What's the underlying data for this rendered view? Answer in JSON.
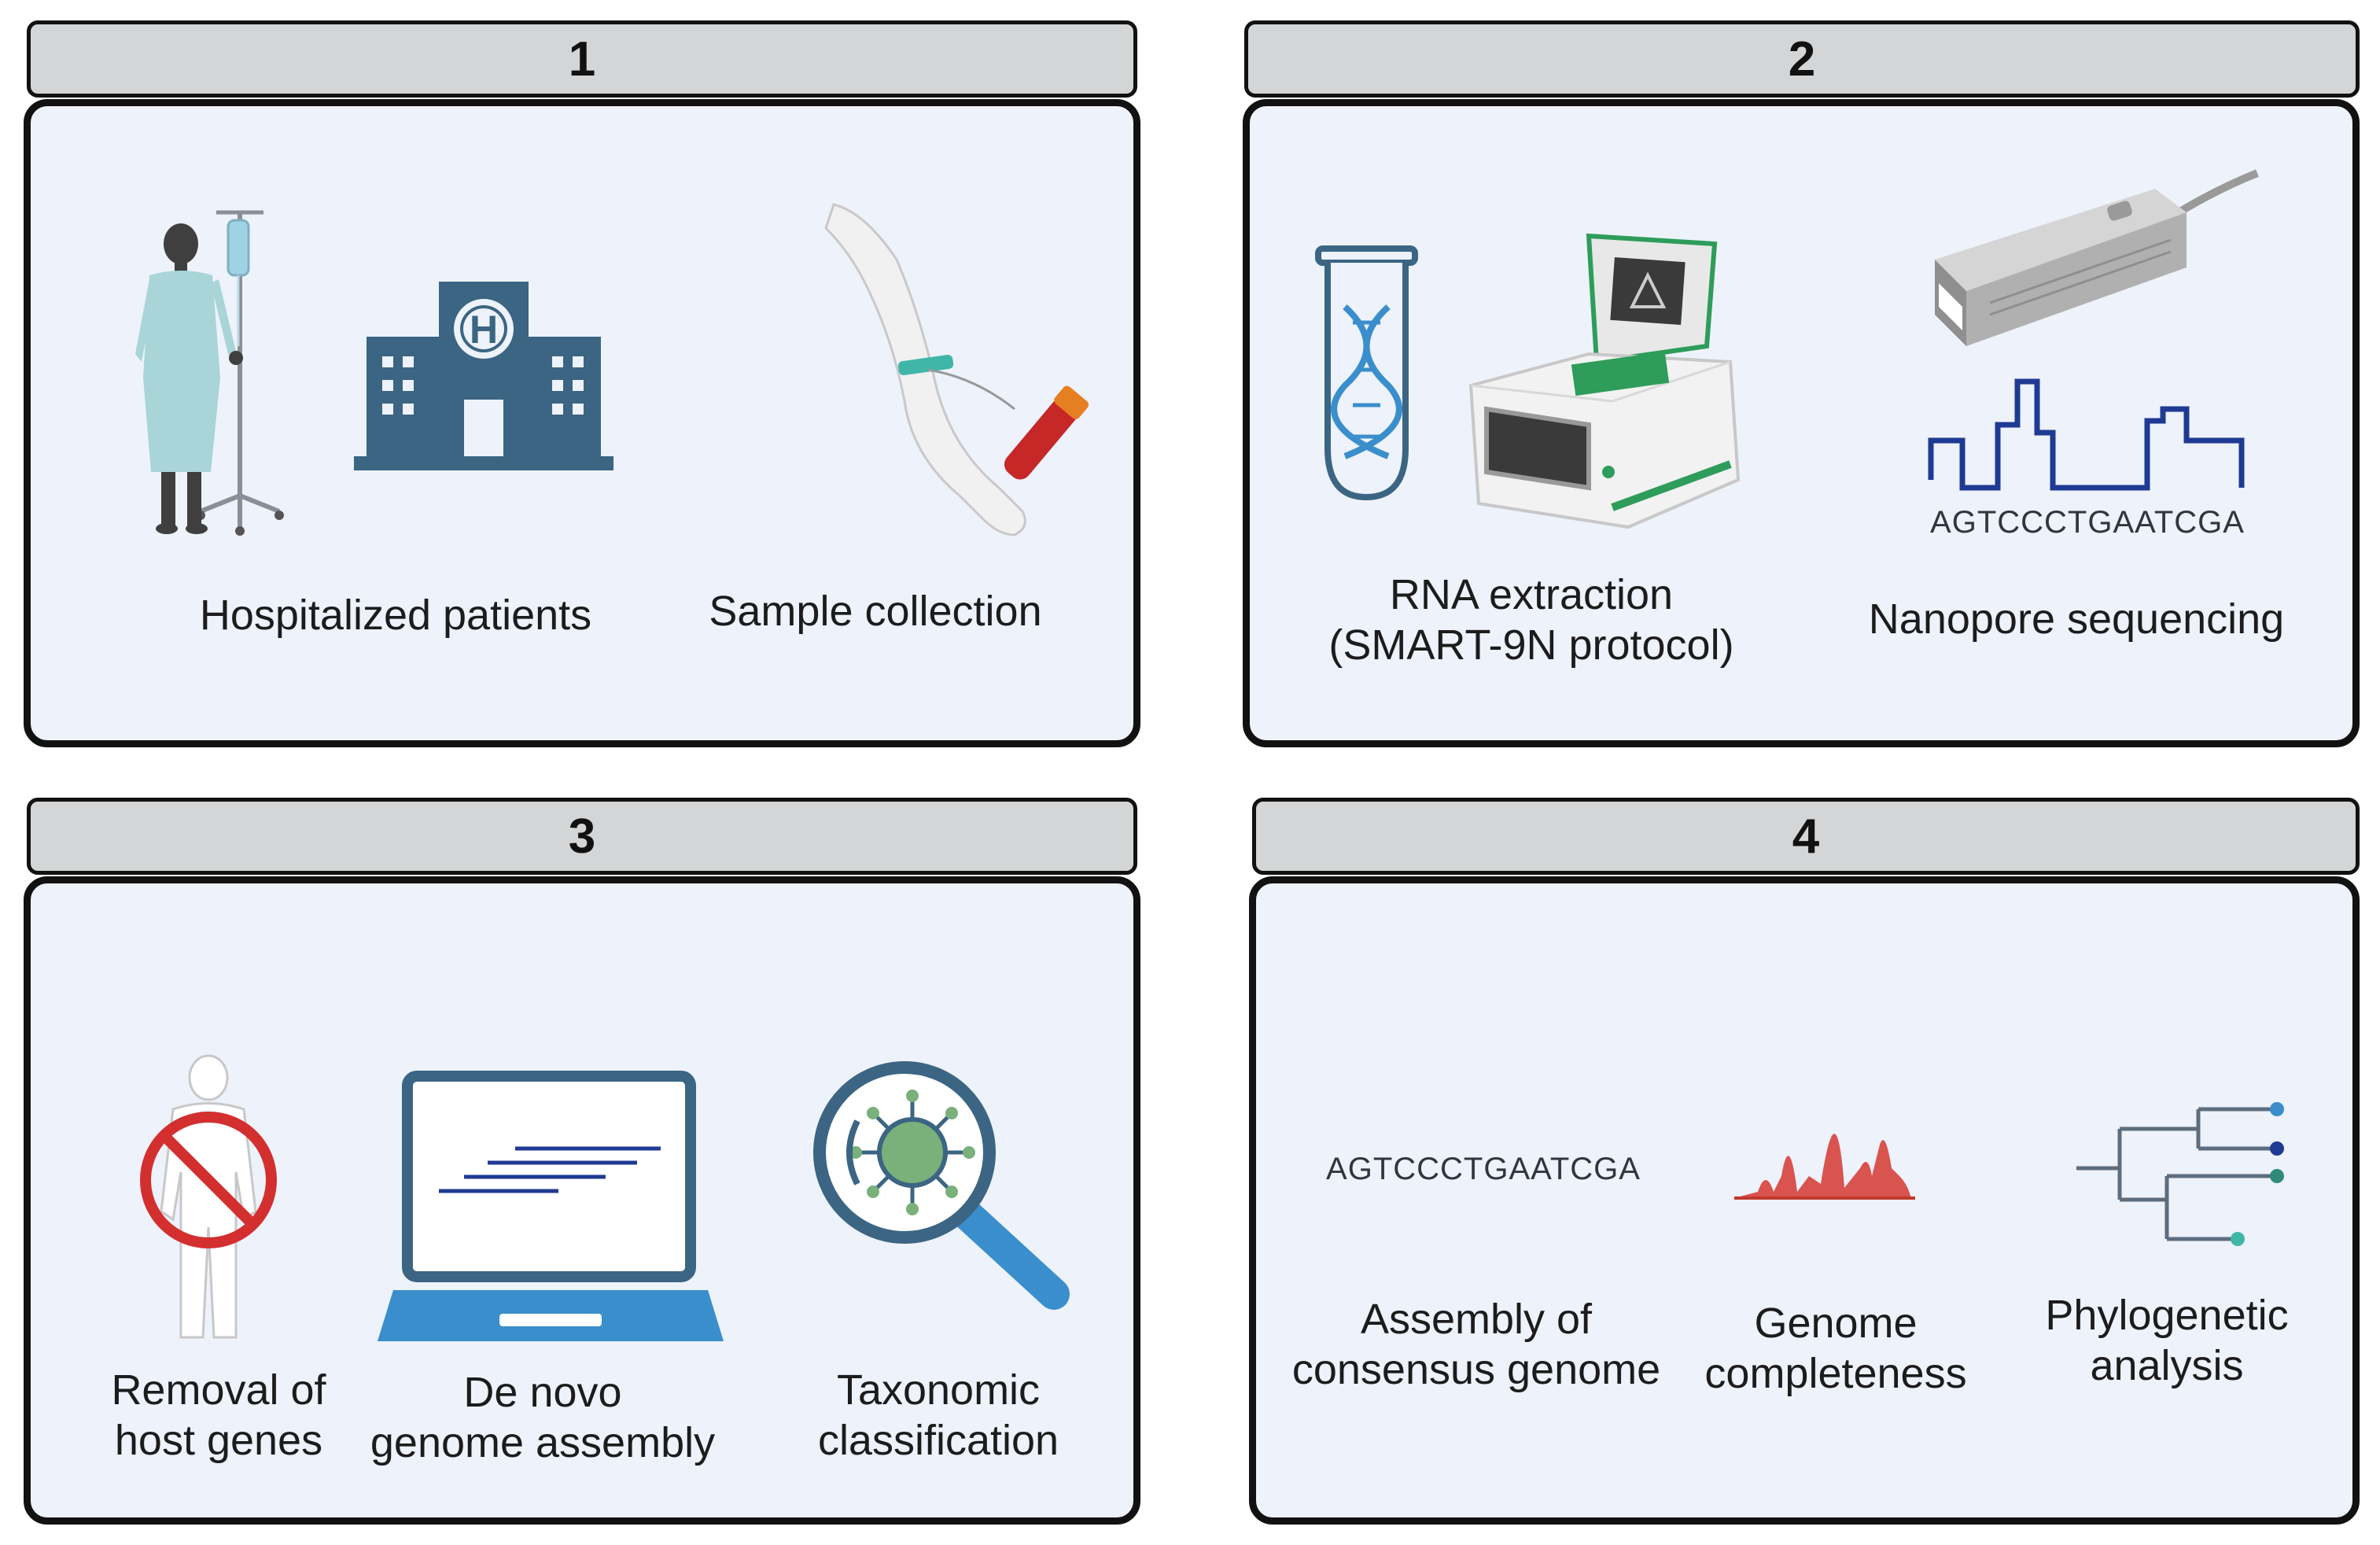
{
  "panels": [
    {
      "number": "1"
    },
    {
      "number": "2"
    },
    {
      "number": "3"
    },
    {
      "number": "4"
    }
  ],
  "step1": {
    "hospitalized_label": "Hospitalized patients",
    "sample_label": "Sample collection"
  },
  "step2": {
    "rna_label_line1": "RNA extraction",
    "rna_label_line2": "(SMART-9N protocol)",
    "nanopore_label": "Nanopore sequencing",
    "sequence_text": "AGTCCCTGAATCGA"
  },
  "step3": {
    "removal_line1": "Removal of",
    "removal_line2": "host genes",
    "denovo_line1": "De novo",
    "denovo_line2": "genome assembly",
    "taxo_line1": "Taxonomic",
    "taxo_line2": "classification"
  },
  "step4": {
    "sequence_text": "AGTCCCTGAATCGA",
    "assembly_line1": "Assembly of",
    "assembly_line2": "consensus genome",
    "completeness_line1": "Genome",
    "completeness_line2": "completeness",
    "phylo_line1": "Phylogenetic",
    "phylo_line2": "analysis"
  },
  "colors": {
    "panel_bg": "#edf2fb",
    "tab_bg": "#d4d5d6",
    "building": "#3b6583",
    "dna_blue": "#3a8ecb",
    "trace_navy": "#1f3a93",
    "red": "#d32f2f",
    "green": "#2e9c5a"
  }
}
